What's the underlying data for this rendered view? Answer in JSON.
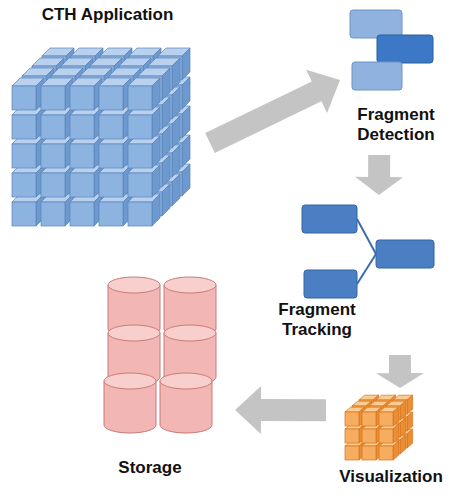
{
  "diagram": {
    "nodes": [
      {
        "text": [
          "CTH Application"
        ]
      },
      {
        "text": [
          "Fragment Detection"
        ]
      },
      {
        "text": [
          "Fragment Tracking"
        ]
      },
      {
        "text": [
          "Visualization"
        ]
      },
      {
        "text": [
          "Storage"
        ]
      }
    ],
    "edges": [
      {
        "from": 0,
        "to": 1,
        "arrow": "to"
      },
      {
        "from": 1,
        "to": 2,
        "arrow": "to"
      },
      {
        "from": 2,
        "to": 3,
        "arrow": "to"
      },
      {
        "from": 3,
        "to": 4,
        "arrow": "to"
      }
    ]
  }
}
